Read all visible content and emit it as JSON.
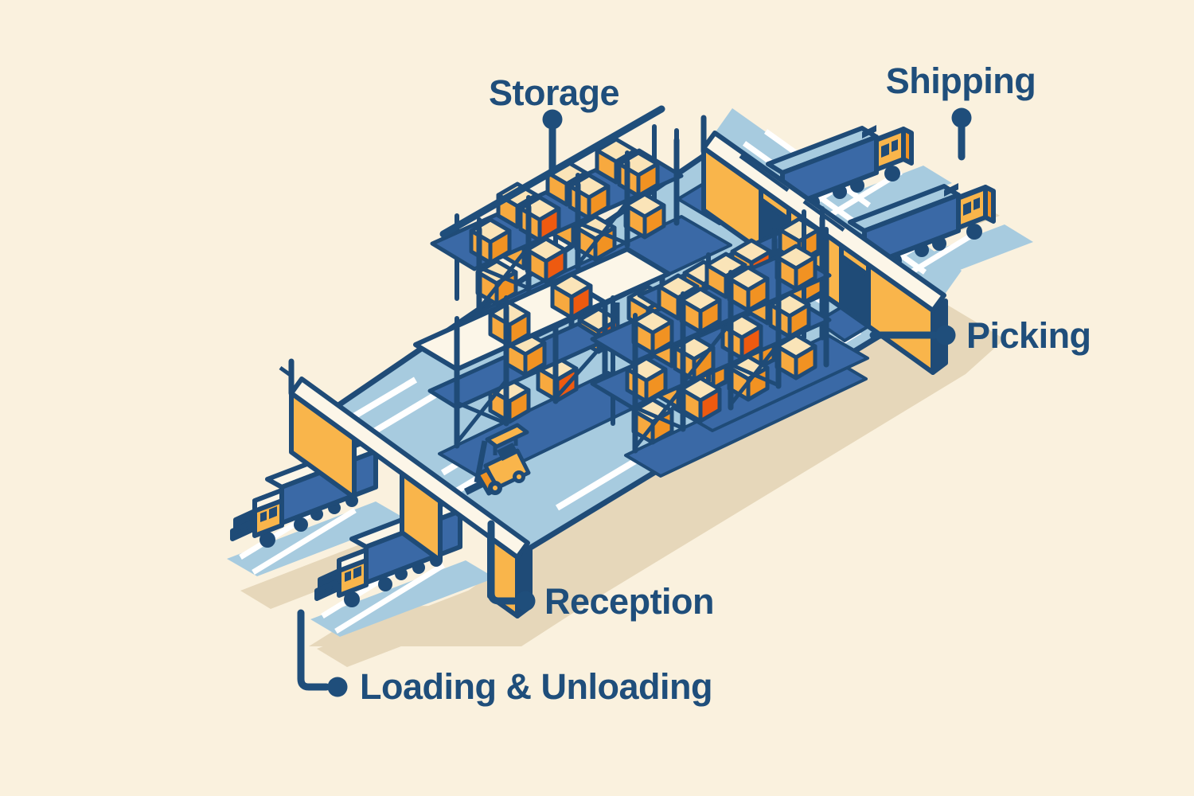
{
  "diagram": {
    "type": "isometric-warehouse-flow",
    "areas": [
      {
        "id": "storage",
        "label": "Storage"
      },
      {
        "id": "shipping",
        "label": "Shipping"
      },
      {
        "id": "picking",
        "label": "Picking"
      },
      {
        "id": "reception",
        "label": "Reception"
      },
      {
        "id": "loading_unloading",
        "label": "Loading & Unloading"
      }
    ]
  },
  "palette": {
    "background": "#FAF1DE",
    "label_text": "#1F4E7B",
    "navy_outline": "#1F4B77",
    "floor_blue": "#A7CBDF",
    "mid_blue": "#3A69A6",
    "wall_yellow": "#F9B54B",
    "box_orange": "#F7A93F",
    "box_orange_deep": "#F19222",
    "box_red_orange": "#EE5A10",
    "surface_cream": "#FCF6E8",
    "box_top_cream": "#FAE4B8",
    "shadow_tan": "#E6D7BA",
    "stripe_white": "#FFFFFF"
  }
}
